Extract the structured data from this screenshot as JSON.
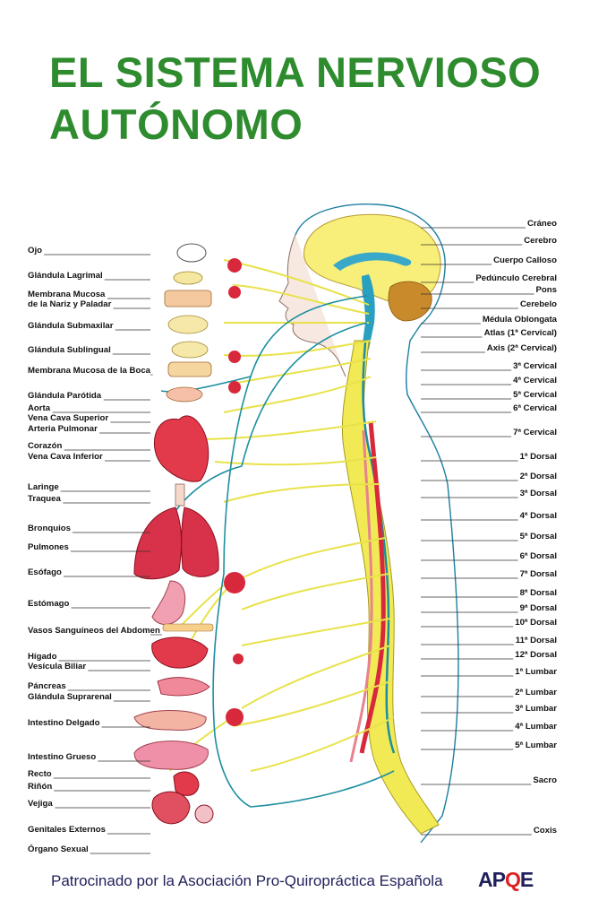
{
  "title": {
    "line1": "EL SISTEMA NERVIOSO",
    "line2": "AUTÓNOMO"
  },
  "left_labels": [
    "Ojo",
    "Glándula Lagrimal",
    "Membrana Mucosa",
    "de la Nariz y Paladar",
    "Glándula Submaxilar",
    "Glándula Sublingual",
    "Membrana Mucosa de la Boca",
    "Glándula Parótida",
    "Aorta",
    "Vena Cava Superior",
    "Arteria Pulmonar",
    "Corazón",
    "Vena Cava Inferior",
    "Laringe",
    "Traquea",
    "Bronquios",
    "Pulmones",
    "Esófago",
    "Estómago",
    "Vasos Sanguíneos del Abdomen",
    "Hígado",
    "Vesícula Biliar",
    "Páncreas",
    "Glándula Suprarenal",
    "Intestino Delgado",
    "Intestino Grueso",
    "Recto",
    "Riñón",
    "Vejiga",
    "Genitales Externos",
    "Órgano Sexual"
  ],
  "right_labels": [
    "Cráneo",
    "Cerebro",
    "Cuerpo Calloso",
    "Pedúnculo Cerebral",
    "Pons",
    "Cerebelo",
    "Médula Oblongata",
    "Atlas (1ª Cervical)",
    "Axis (2ª Cervical)",
    "3ª Cervical",
    "4ª Cervical",
    "5ª Cervical",
    "6ª Cervical",
    "7ª Cervical",
    "1ª Dorsal",
    "2ª Dorsal",
    "3ª Dorsal",
    "4ª Dorsal",
    "5ª Dorsal",
    "6ª Dorsal",
    "7ª Dorsal",
    "8ª Dorsal",
    "9ª Dorsal",
    "10ª Dorsal",
    "11ª Dorsal",
    "12ª Dorsal",
    "1ª Lumbar",
    "2ª Lumbar",
    "3ª Lumbar",
    "4ª Lumbar",
    "5ª Lumbar",
    "Sacro",
    "Coxis"
  ],
  "footer": {
    "text": "Patrocinado por la Asociación Pro-Quiropráctica Española",
    "logo_a": "AP",
    "logo_q": "Q",
    "logo_e": "E"
  },
  "colors": {
    "title": "#2e8b2e",
    "nerve_yellow": "#e8e24a",
    "nerve_teal": "#1c8ea0",
    "ganglion_red": "#d8283c",
    "spine_yellow": "#f2ea55",
    "organ_red": "#e23a4a"
  }
}
